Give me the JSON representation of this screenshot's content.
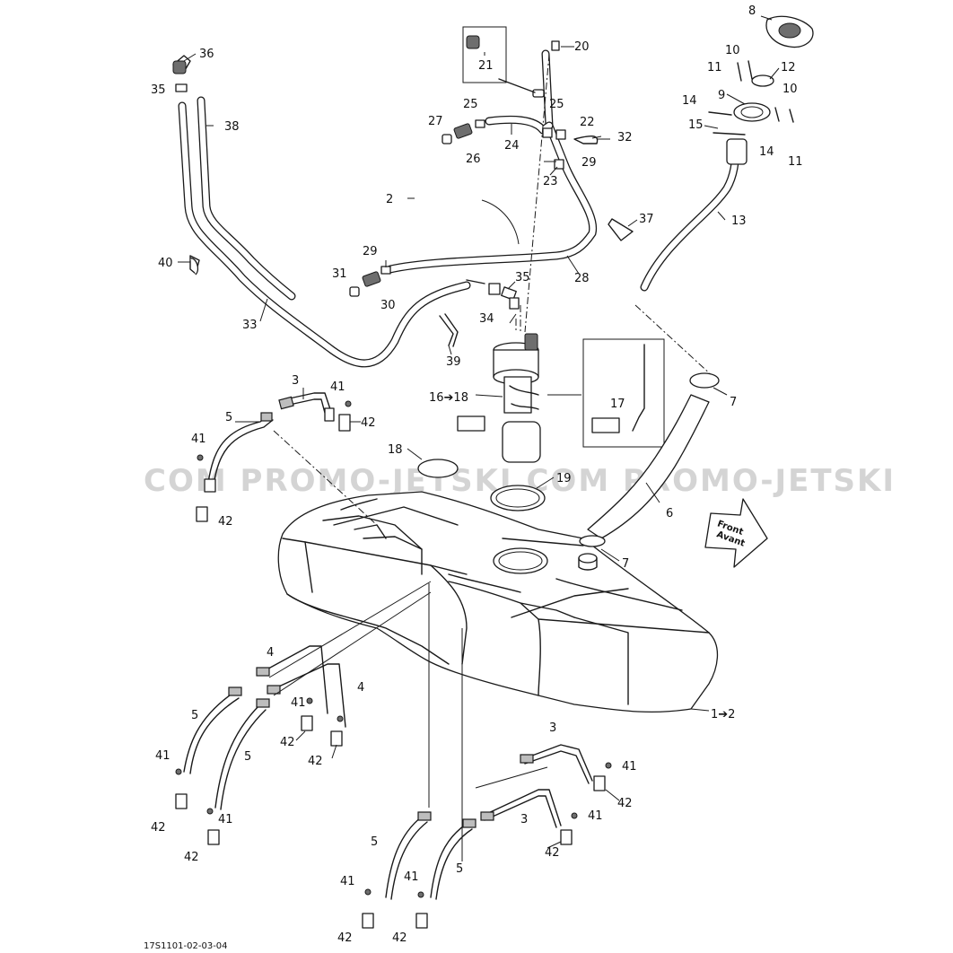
{
  "watermark": "COM PROMO-JETSKI.COM PROMO-JETSKI",
  "document_id": "17S1101-02-03-04",
  "direction_arrow": {
    "line1": "Front",
    "line2": "Avant"
  },
  "callouts": {
    "c1": "1➔2",
    "c2": "2",
    "c3a": "3",
    "c3b": "3",
    "c3c": "3",
    "c4a": "4",
    "c4b": "4",
    "c5a": "5",
    "c5b": "5",
    "c5c": "5",
    "c5d": "5",
    "c5e": "5",
    "c6": "6",
    "c7a": "7",
    "c7b": "7",
    "c8": "8",
    "c9": "9",
    "c10a": "10",
    "c10b": "10",
    "c11a": "11",
    "c11b": "11",
    "c12": "12",
    "c13": "13",
    "c14a": "14",
    "c14b": "14",
    "c15": "15",
    "c16": "16➔18",
    "c17": "17",
    "c18": "18",
    "c19": "19",
    "c20": "20",
    "c21": "21",
    "c22": "22",
    "c23": "23",
    "c24": "24",
    "c25a": "25",
    "c25b": "25",
    "c26": "26",
    "c27": "27",
    "c28": "28",
    "c29a": "29",
    "c29b": "29",
    "c30": "30",
    "c31": "31",
    "c32": "32",
    "c33": "33",
    "c34": "34",
    "c35a": "35",
    "c35b": "35",
    "c36": "36",
    "c37": "37",
    "c38": "38",
    "c39": "39",
    "c40": "40",
    "c41a": "41",
    "c41b": "41",
    "c41c": "41",
    "c41d": "41",
    "c41e": "41",
    "c41f": "41",
    "c41g": "41",
    "c41h": "41",
    "c41i": "41",
    "c42a": "42",
    "c42b": "42",
    "c42c": "42",
    "c42d": "42",
    "c42e": "42",
    "c42f": "42",
    "c42g": "42",
    "c42h": "42",
    "c42i": "42",
    "c42j": "42"
  }
}
